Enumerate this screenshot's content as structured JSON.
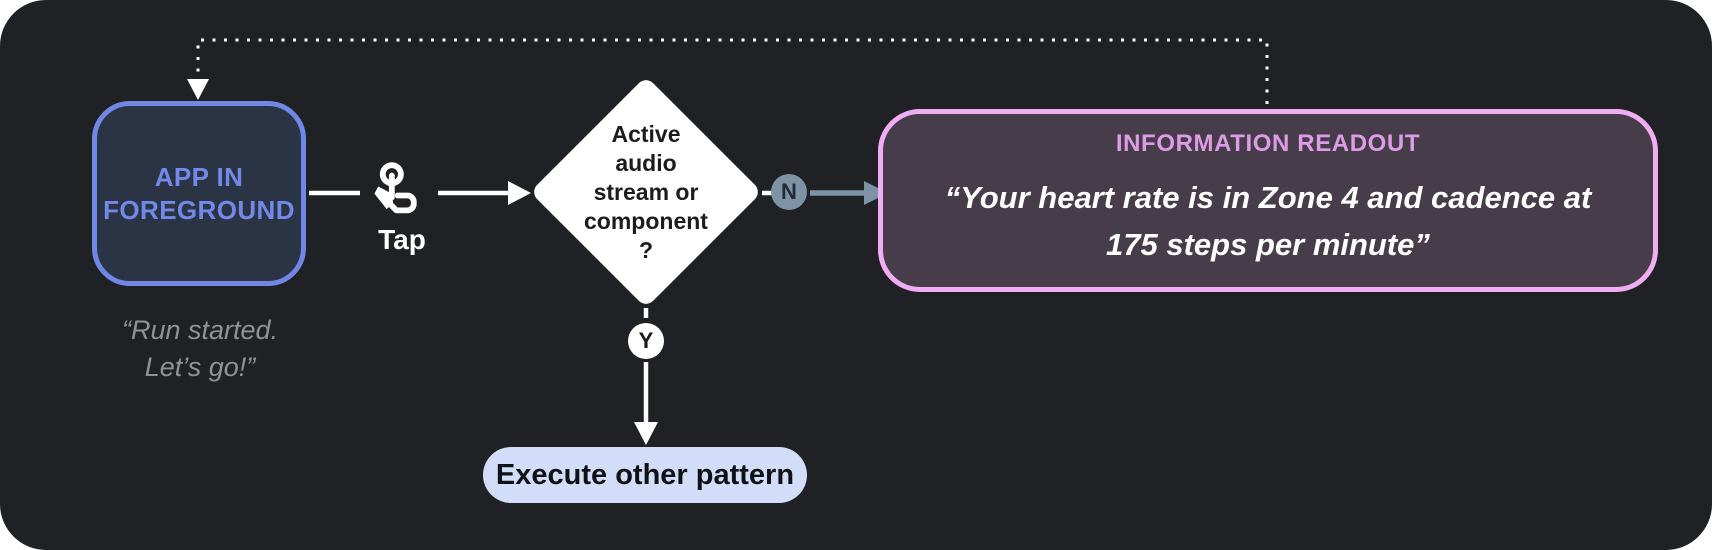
{
  "diagram": {
    "app_node": {
      "line1": "APP IN",
      "line2": "FOREGROUND"
    },
    "app_quote": {
      "line1": "“Run started.",
      "line2": "Let’s go!”"
    },
    "tap": {
      "label": "Tap",
      "icon": "tap-gesture-icon"
    },
    "decision": {
      "lines": [
        "Active",
        "audio",
        "stream or",
        "component",
        "?"
      ]
    },
    "no_badge": {
      "label": "N"
    },
    "yes_badge": {
      "label": "Y"
    },
    "readout": {
      "title": "INFORMATION READOUT",
      "quote_line1": "“Your heart rate is in Zone 4 and cadence at",
      "quote_line2": "175 steps per minute”"
    },
    "execute_node": {
      "label": "Execute other pattern"
    }
  },
  "colors": {
    "canvas_bg": "#202124",
    "app_border": "#7187e6",
    "app_fill": "#2b3444",
    "app_text": "#7289ea",
    "quote_gray": "#8f9397",
    "branch_no": "#7e93a6",
    "readout_border": "#f0adf3",
    "readout_fill": "#473d4a",
    "readout_title": "#dd9ce6",
    "execute_fill": "#d2def9",
    "connector_white": "#ffffff"
  }
}
